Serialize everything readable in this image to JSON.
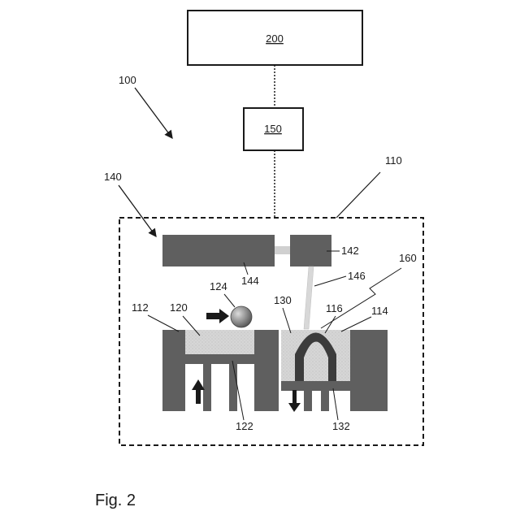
{
  "figure": {
    "caption": "Fig. 2",
    "boxes": {
      "computer": "200",
      "controller": "150"
    },
    "labels": {
      "system": "100",
      "apparatus": "110",
      "laser_unit": "140",
      "laser_source": "142",
      "scanner": "144",
      "beam": "146",
      "powder_supply_tank": "112",
      "powder_bed_left": "120",
      "recoater": "124",
      "build_chamber": "130",
      "part": "116",
      "build_surface": "114",
      "melt_zone": "160",
      "supply_platform": "122",
      "build_platform": "132"
    }
  },
  "colors": {
    "line": "#1a1a1a",
    "dark_gray": "#5f5f5f",
    "part_dark": "#3c3c3c",
    "powder": "#d4d4d4"
  }
}
